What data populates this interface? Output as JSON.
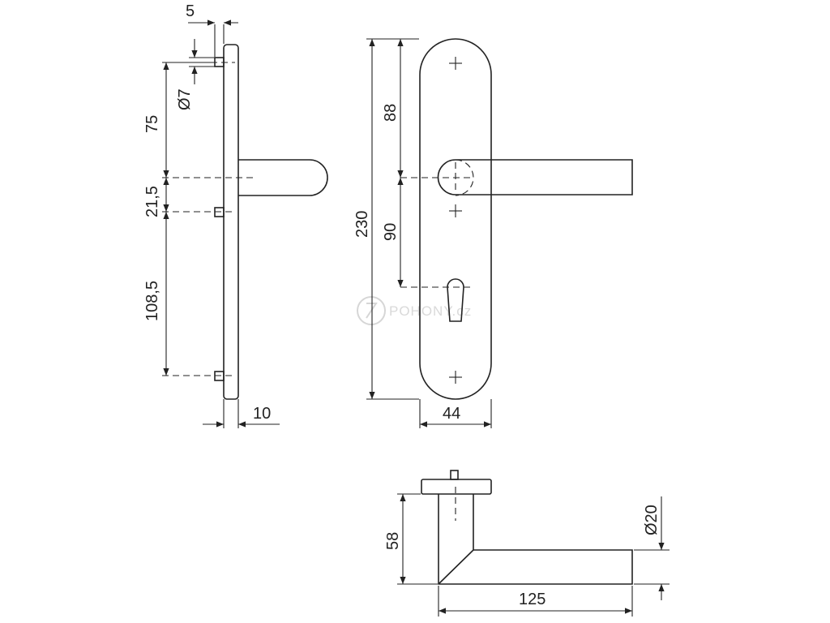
{
  "side_view": {
    "dim_screw_offset": "5",
    "dim_screw_dia": "Ø7",
    "dim_upper": "75",
    "dim_mid": "21,5",
    "dim_lower": "108,5",
    "dim_plate_thickness": "10"
  },
  "front_view": {
    "dim_total_height": "230",
    "dim_top_to_handle": "88",
    "dim_handle_to_cylinder": "90",
    "dim_plate_width": "44"
  },
  "bottom_view": {
    "dim_projection": "58",
    "dim_lever_length": "125",
    "dim_lever_dia": "Ø20"
  },
  "watermark": "POHONY.cz"
}
